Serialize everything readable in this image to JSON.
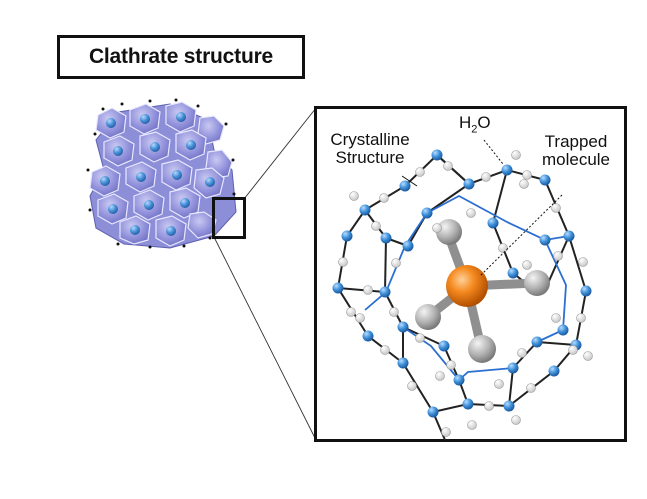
{
  "title": "Clathrate structure",
  "labels": {
    "crystalline": "Crystalline",
    "structure": "Structure",
    "h": "H",
    "sub2": "2",
    "o": "O",
    "trapped": "Trapped",
    "molecule": "molecule"
  },
  "colors": {
    "lattice_blue": "#8f90dc",
    "oxygen_blue": "#3d8fd8",
    "hbond_blue": "#2b6fd1",
    "guest_orange": "#f07a10",
    "guest_grey": "#a8a8a8"
  }
}
